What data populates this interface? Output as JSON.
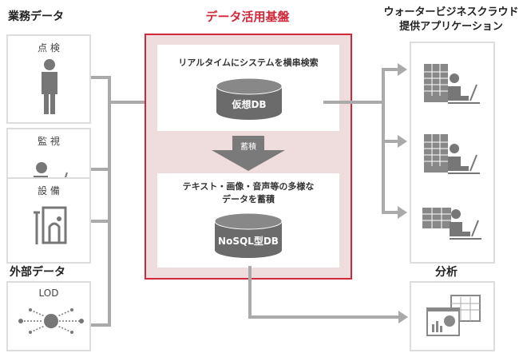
{
  "titles": {
    "business_data": "業務データ",
    "platform": "データ活用基盤",
    "apps_line1": "ウォータービジネスクラウド",
    "apps_line2": "提供アプリケーション",
    "external_data": "外部データ",
    "analysis": "分析"
  },
  "sources": [
    {
      "label": "点 検"
    },
    {
      "label": "監 視"
    },
    {
      "label": "設 備"
    },
    {
      "label": "LOD"
    }
  ],
  "platform": {
    "virtual_box_text": "リアルタイムにシステムを横串検索",
    "virtual_db": "仮想DB",
    "accumulate": "蓄積",
    "nosql_box_text_line1": "テキスト・画像・音声等の多様な",
    "nosql_box_text_line2": "データを蓄積",
    "nosql_db": "NoSQL型DB"
  },
  "colors": {
    "accent": "#d0283a",
    "platform_bg": "#efdcdc",
    "line": "#aaaaaa",
    "db": "#6b6b6b"
  }
}
